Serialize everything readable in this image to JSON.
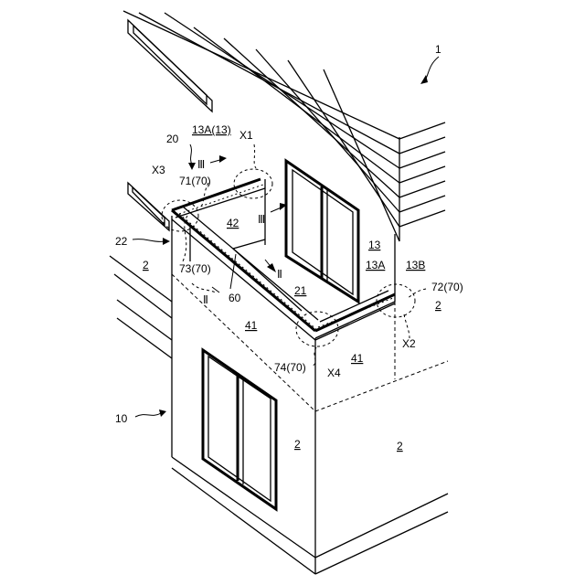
{
  "labels": {
    "house": "1",
    "exterior_wall": "2",
    "lower_floor": "10",
    "upper_wall": "13",
    "upper_wall_a_paren": "13A(13)",
    "upper_wall_a": "13A",
    "upper_wall_b": "13B",
    "balcony": "20",
    "balcony_floor": "21",
    "balcony_end": "22",
    "parapet_wall": "41",
    "parapet_inner": "42",
    "handrail": "60",
    "corner_cap_x1": "71(70)",
    "corner_cap_x2": "72(70)",
    "corner_cap_x3": "73(70)",
    "corner_cap_x4": "74(70)",
    "detail_x1": "X1",
    "detail_x2": "X2",
    "detail_x3": "X3",
    "detail_x4": "X4",
    "section_ii": "Ⅱ",
    "section_iii": "Ⅲ"
  }
}
